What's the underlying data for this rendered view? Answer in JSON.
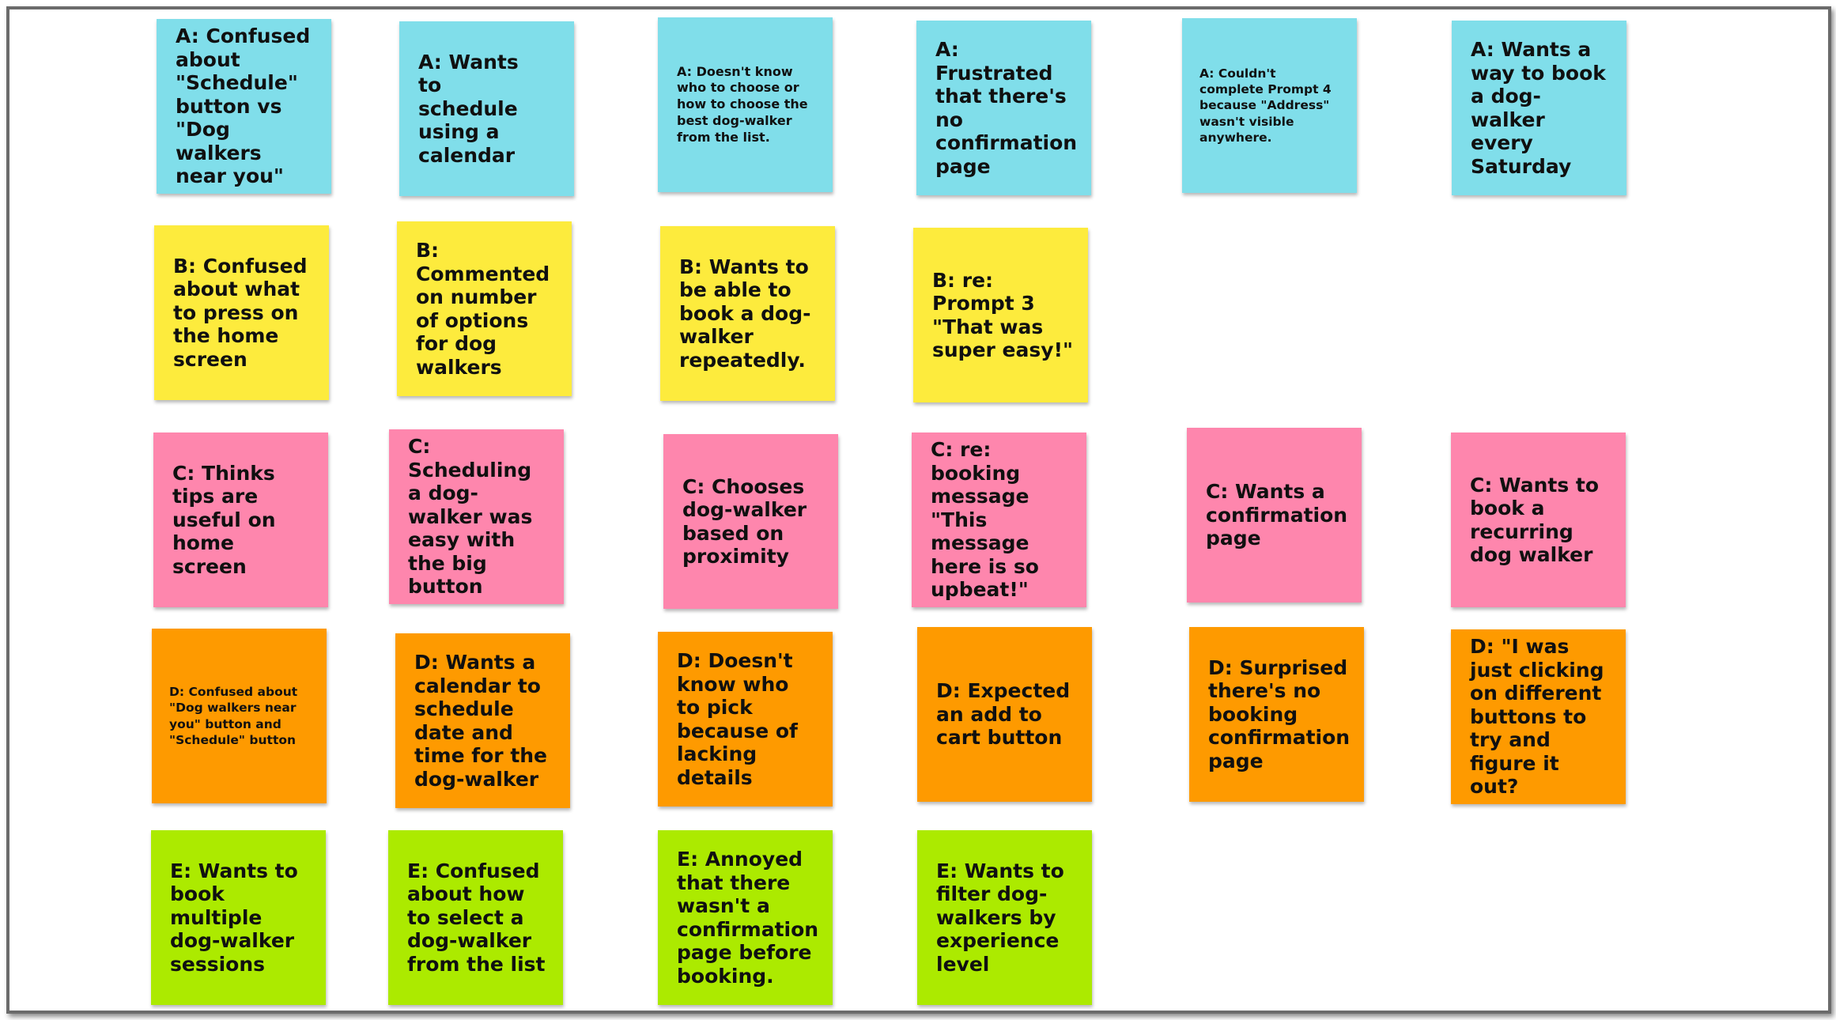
{
  "colors": {
    "A": "#80deea",
    "B": "#fdeb3d",
    "C": "#fe86ad",
    "D": "#fe9a00",
    "E": "#acea00"
  },
  "notes": {
    "a1": "A: Confused about \"Schedule\" button vs \"Dog walkers near you\"",
    "a2": "A: Wants to schedule using a calendar",
    "a3": "A: Doesn't know who to choose or how to choose the best dog-walker from the list.",
    "a4": "A: Frustrated that there's no confirmation page",
    "a5": "A: Couldn't complete Prompt 4 because \"Address\" wasn't visible anywhere.",
    "a6": "A: Wants a way to book a dog-walker every Saturday",
    "b1": "B: Confused about what to press on the home screen",
    "b2": "B: Commented on number of options for dog walkers",
    "b3": "B: Wants to be able to book a dog-walker repeatedly.",
    "b4": "B: re: Prompt 3 \"That was super easy!\"",
    "c1": "C: Thinks tips are useful on home screen",
    "c2": "C: Scheduling a dog-walker was easy with the big button",
    "c3": "C: Chooses dog-walker based on proximity",
    "c4": "C: re: booking message \"This message here is so upbeat!\"",
    "c5": "C: Wants a confirmation page",
    "c6": "C: Wants to book a recurring dog walker",
    "d1": "D: Confused about \"Dog walkers near you\" button and \"Schedule\" button",
    "d2": "D: Wants a calendar to schedule date and time for the dog-walker",
    "d3": "D: Doesn't know who to pick because of lacking details",
    "d4": "D: Expected an add to cart button",
    "d5": "D: Surprised there's no booking confirmation page",
    "d6": "D: \"I was just clicking on different buttons to try and figure it out?",
    "e1": "E: Wants to book multiple dog-walker sessions",
    "e2": "E: Confused about how to select a dog-walker from the list",
    "e3": "E: Annoyed that there wasn't a confirmation page before booking.",
    "e4": "E: Wants to filter dog-walkers by experience level"
  }
}
